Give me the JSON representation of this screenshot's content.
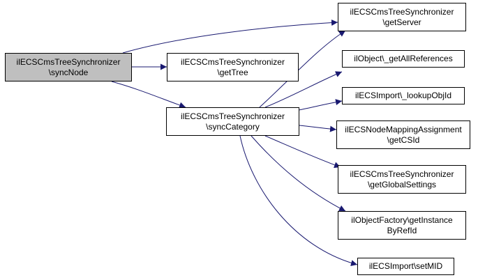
{
  "colors": {
    "edge": "#191970",
    "root_fill": "#bfbfbf",
    "node_fill": "#ffffff",
    "border": "#000000"
  },
  "nodes": {
    "root": {
      "line1": "ilECSCmsTreeSynchronizer",
      "line2": "\\syncNode"
    },
    "getTree": {
      "line1": "ilECSCmsTreeSynchronizer",
      "line2": "\\getTree"
    },
    "syncCat": {
      "line1": "ilECSCmsTreeSynchronizer",
      "line2": "\\syncCategory"
    },
    "getServer": {
      "line1": "ilECSCmsTreeSynchronizer",
      "line2": "\\getServer"
    },
    "getAllRef": {
      "line1": "ilObject\\_getAllReferences"
    },
    "lookup": {
      "line1": "ilECSImport\\_lookupObjId"
    },
    "getCSId": {
      "line1": "ilECSNodeMappingAssignment",
      "line2": "\\getCSId"
    },
    "global": {
      "line1": "ilECSCmsTreeSynchronizer",
      "line2": "\\getGlobalSettings"
    },
    "factory": {
      "line1": "ilObjectFactory\\getInstance",
      "line2": "ByRefId"
    },
    "setMID": {
      "line1": "ilECSImport\\setMID"
    }
  }
}
